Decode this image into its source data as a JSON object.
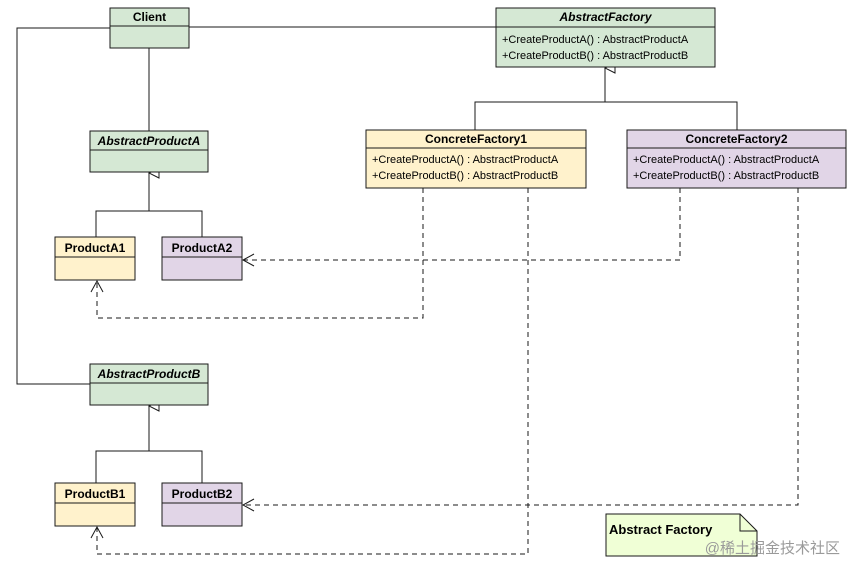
{
  "colors": {
    "green": "#d5e8d4",
    "yellow": "#fff2cc",
    "purple": "#e1d5e7",
    "stroke": "#1a1a1a"
  },
  "classes": {
    "client": {
      "name": "Client"
    },
    "abstract_factory": {
      "name": "AbstractFactory",
      "methods": [
        "+CreateProductA() : AbstractProductA",
        "+CreateProductB() : AbstractProductB"
      ]
    },
    "concrete_factory1": {
      "name": "ConcreteFactory1",
      "methods": [
        "+CreateProductA() : AbstractProductA",
        "+CreateProductB() : AbstractProductB"
      ]
    },
    "concrete_factory2": {
      "name": "ConcreteFactory2",
      "methods": [
        "+CreateProductA() : AbstractProductA",
        "+CreateProductB() : AbstractProductB"
      ]
    },
    "abstract_product_a": {
      "name": "AbstractProductA"
    },
    "product_a1": {
      "name": "ProductA1"
    },
    "product_a2": {
      "name": "ProductA2"
    },
    "abstract_product_b": {
      "name": "AbstractProductB"
    },
    "product_b1": {
      "name": "ProductB1"
    },
    "product_b2": {
      "name": "ProductB2"
    }
  },
  "note": {
    "text": "Abstract Factory"
  },
  "watermark": {
    "text": "@稀土掘金技术社区"
  }
}
